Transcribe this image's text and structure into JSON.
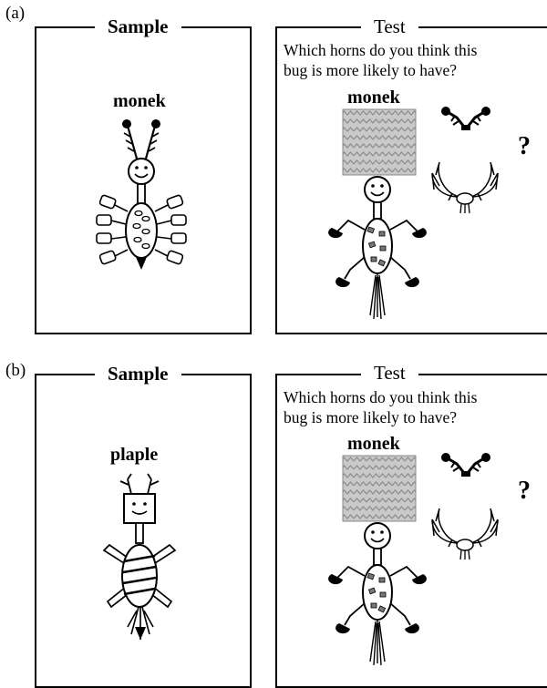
{
  "panels": [
    {
      "label": "(a)",
      "sample": {
        "title": "Sample",
        "bug_name": "monek"
      },
      "test": {
        "title": "Test",
        "question_line1": "Which horns do you think this",
        "question_line2": "bug is more likely to have?",
        "bug_name": "monek",
        "mark": "?"
      }
    },
    {
      "label": "(b)",
      "sample": {
        "title": "Sample",
        "bug_name": "plaple"
      },
      "test": {
        "title": "Test",
        "question_line1": "Which horns do you think this",
        "question_line2": "bug is more likely to have?",
        "bug_name": "monek",
        "mark": "?"
      }
    }
  ]
}
